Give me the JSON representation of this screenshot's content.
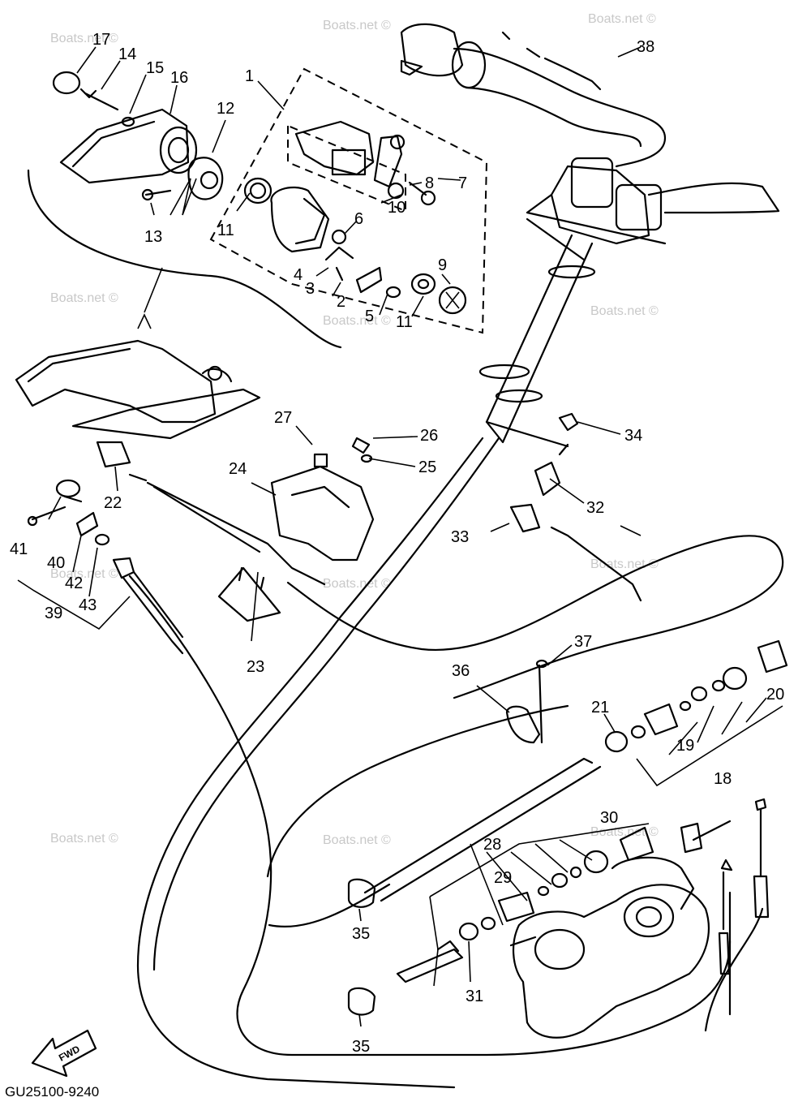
{
  "watermark": "Boats.net ©",
  "diagram_code": "GU25100-9240",
  "fwd_label": "FWD",
  "callouts": {
    "c1": "1",
    "c2": "2",
    "c3": "3",
    "c4": "4",
    "c5": "5",
    "c6": "6",
    "c7": "7",
    "c8": "8",
    "c9": "9",
    "c10": "10",
    "c11a": "11",
    "c11b": "11",
    "c12": "12",
    "c13": "13",
    "c14": "14",
    "c15": "15",
    "c16": "16",
    "c17": "17",
    "c18": "18",
    "c19": "19",
    "c20": "20",
    "c21": "21",
    "c22": "22",
    "c23": "23",
    "c24": "24",
    "c25": "25",
    "c26": "26",
    "c27": "27",
    "c28": "28",
    "c29": "29",
    "c30": "30",
    "c31": "31",
    "c32": "32",
    "c33": "33",
    "c34": "34",
    "c35a": "35",
    "c35b": "35",
    "c36": "36",
    "c37": "37",
    "c38": "38",
    "c39": "39",
    "c40": "40",
    "c41": "41",
    "c42": "42",
    "c43": "43"
  }
}
